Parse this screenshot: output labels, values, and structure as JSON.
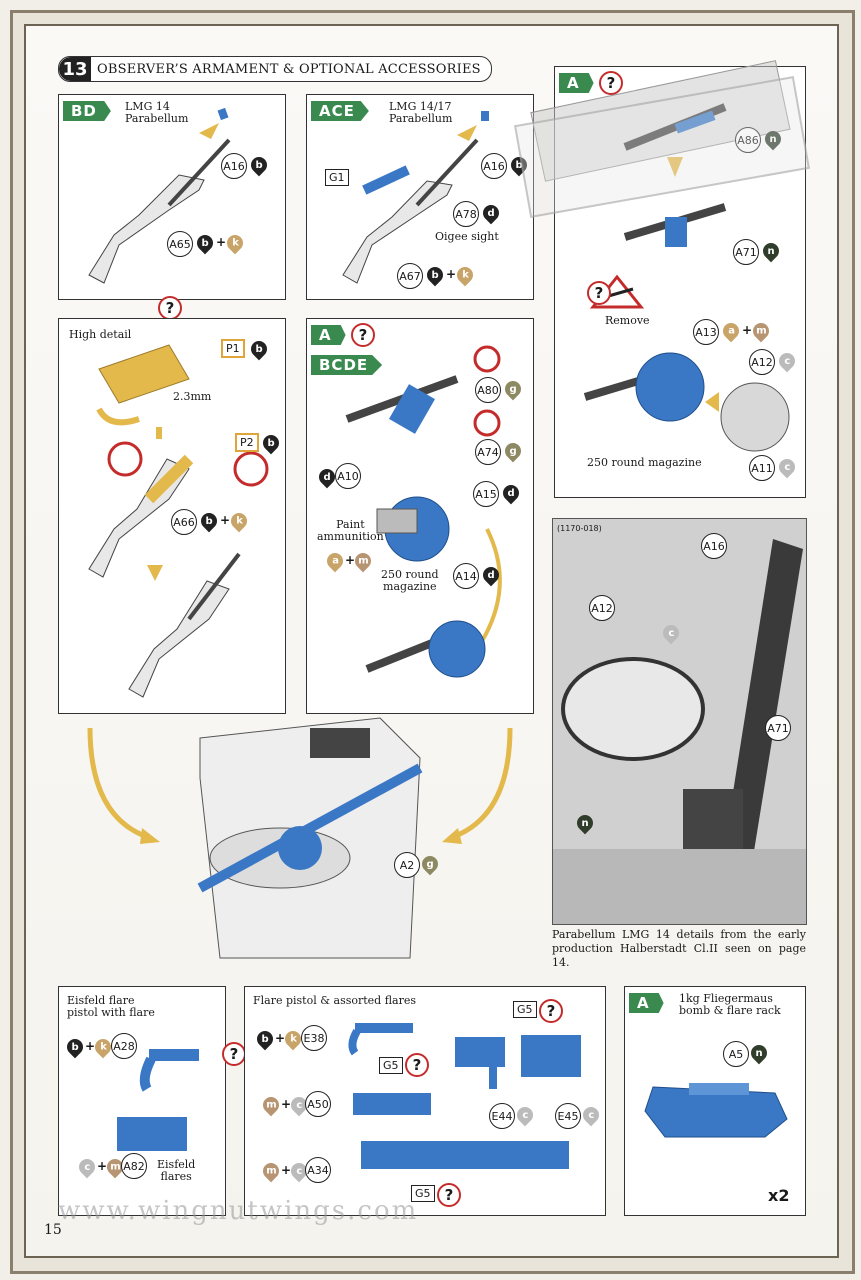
{
  "header": {
    "step": "13",
    "title": "OBSERVER’S ARMAMENT & OPTIONAL ACCESSORIES"
  },
  "panel_bd": {
    "tag": "BD",
    "title1": "LMG 14",
    "title2": "Parabellum",
    "c1": "A16",
    "c2": "A65",
    "p1": "b",
    "p2": "b",
    "p3": "k"
  },
  "panel_ace": {
    "tag": "ACE",
    "title1": "LMG 14/17",
    "title2": "Parabellum",
    "c1": "A16",
    "c2": "A78",
    "c3": "A67",
    "g": "G1",
    "sight": "Oigee sight",
    "p1": "b",
    "p2": "d",
    "p3": "b",
    "p4": "k"
  },
  "panel_a_top": {
    "tag": "A",
    "c1": "A86",
    "c2": "A71",
    "remove": "Remove",
    "c3": "A13",
    "c4": "A12",
    "c5": "A11",
    "mag": "250 round magazine",
    "p1": "n",
    "p2": "n",
    "p3": "a",
    "p4": "m",
    "p5": "c",
    "p6": "c"
  },
  "panel_hd": {
    "title": "High detail",
    "pe1": "P1",
    "pe2": "P2",
    "dim": "2.3mm",
    "c1": "A66",
    "p1": "b",
    "p2": "b",
    "p3": "b",
    "p4": "k"
  },
  "panel_a_bcde": {
    "tag1": "A",
    "tag2": "BCDE",
    "c1": "A80",
    "c2": "A74",
    "c3": "A10",
    "c4": "A15",
    "c5": "A14",
    "paint1": "Paint",
    "paint2": "ammunition",
    "mag1": "250 round",
    "mag2": "magazine",
    "p1": "g",
    "p2": "g",
    "p3": "d",
    "p4": "d",
    "p5": "d",
    "p6": "a",
    "p7": "m"
  },
  "main": {
    "c1": "A2",
    "p1": "g"
  },
  "photo": {
    "ref": "(1170-018)",
    "c1": "A16",
    "c2": "A12",
    "c3": "A71",
    "p1": "c",
    "p2": "n"
  },
  "caption": "Parabellum LMG 14 details from the early production Halberstadt Cl.II seen on page 14.",
  "eisfeld": {
    "title1": "Eisfeld flare",
    "title2": "pistol with flare",
    "c1": "A28",
    "c2": "A82",
    "flares1": "Eisfeld",
    "flares2": "flares",
    "p1": "b",
    "p2": "k",
    "p3": "c",
    "p4": "m"
  },
  "flares": {
    "title": "Flare pistol & assorted flares",
    "c1": "E38",
    "c2": "A50",
    "c3": "A34",
    "c4": "E44",
    "c5": "E45",
    "g1": "G5",
    "g2": "G5",
    "g3": "G5",
    "p1": "b",
    "p2": "k",
    "p3": "m",
    "p4": "c",
    "p5": "m",
    "p6": "c",
    "p7": "c",
    "p8": "c"
  },
  "bomb": {
    "tag": "A",
    "title1": "1kg Fliegermaus",
    "title2": "bomb & flare rack",
    "c1": "A5",
    "p1": "n",
    "qty": "x2"
  },
  "watermark": "www.wingnutwings.com",
  "page_number": "15"
}
